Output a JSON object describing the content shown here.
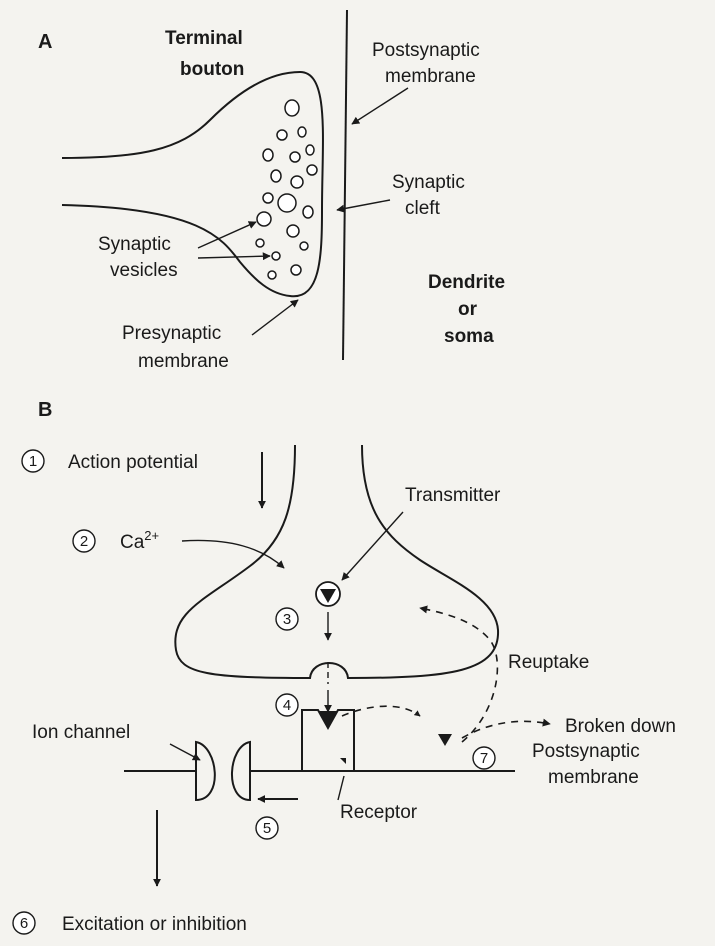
{
  "panel_a": {
    "letter": "A",
    "terminal_bouton": [
      "Terminal",
      "bouton"
    ],
    "postsynaptic_membrane": [
      "Postsynaptic",
      "membrane"
    ],
    "synaptic_cleft": [
      "Synaptic",
      "cleft"
    ],
    "synaptic_vesicles": [
      "Synaptic",
      "vesicles"
    ],
    "dendrite_or_soma": [
      "Dendrite",
      "or",
      "soma"
    ],
    "presynaptic_membrane": [
      "Presynaptic",
      "membrane"
    ]
  },
  "panel_b": {
    "letter": "B",
    "steps": {
      "s1": {
        "number": "1",
        "label": "Action potential"
      },
      "s2": {
        "number": "2",
        "label": "Ca",
        "superscript": "2+"
      },
      "s3": {
        "number": "3"
      },
      "s4": {
        "number": "4"
      },
      "s5": {
        "number": "5"
      },
      "s6": {
        "number": "6",
        "label": "Excitation or inhibition"
      },
      "s7": {
        "number": "7"
      }
    },
    "transmitter": "Transmitter",
    "reuptake": "Reuptake",
    "broken_down": "Broken down",
    "ion_channel": "Ion channel",
    "postsynaptic_membrane": [
      "Postsynaptic",
      "membrane"
    ],
    "receptor": "Receptor"
  }
}
